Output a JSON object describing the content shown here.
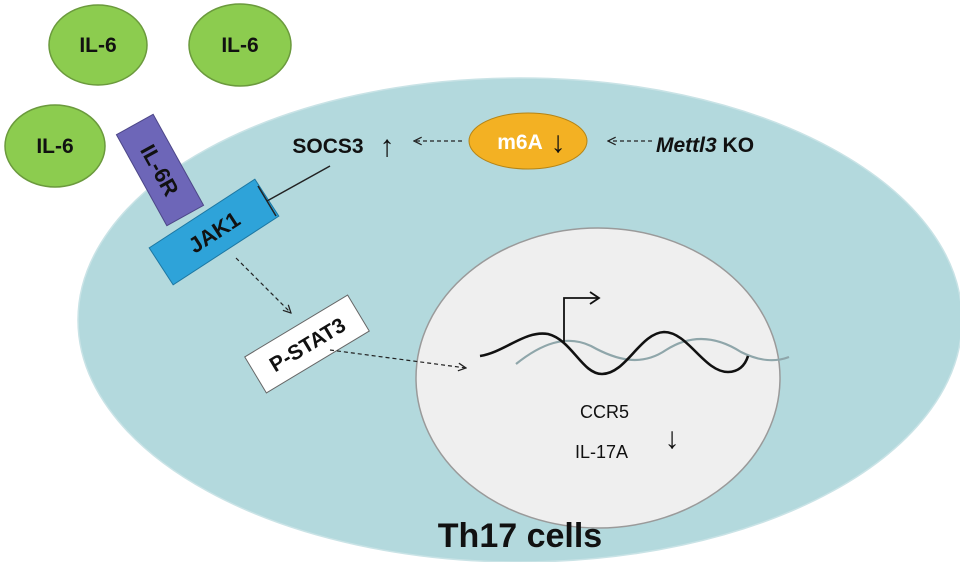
{
  "ligands": [
    "IL-6",
    "IL-6",
    "IL-6"
  ],
  "receptor": "IL-6R",
  "kinase": "JAK1",
  "transcription_factor": "P-STAT3",
  "socs3": {
    "label": "SOCS3",
    "trend": "↑"
  },
  "m6a": {
    "label": "m6A",
    "trend": "↓"
  },
  "knockout": {
    "gene": "Mettl3",
    "suffix": " KO"
  },
  "target_genes": {
    "gene1": "CCR5",
    "gene2": "IL-17A",
    "trend": "↓"
  },
  "cell_label": "Th17 cells",
  "colors": {
    "cell": "#b3d9dd",
    "cell_edge": "#c9e3e6",
    "nucleus": "#efefef",
    "ligand": "#8ccc4f",
    "ligand_edge": "#6b9a3d",
    "receptor": "#6d66b8",
    "kinase": "#2ea3d9",
    "m6a": "#f3b123",
    "dna_black": "#111111",
    "dna_grey": "#8fa6aa"
  }
}
